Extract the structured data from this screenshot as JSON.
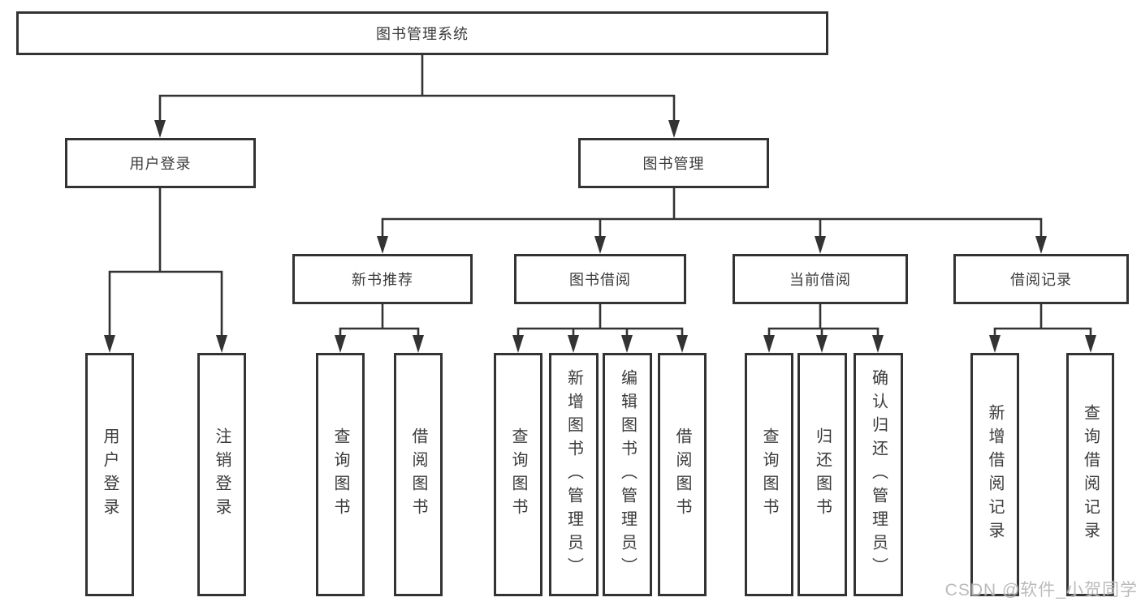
{
  "diagram": {
    "root": {
      "label": "图书管理系统"
    },
    "branches": [
      {
        "label": "用户登录",
        "children": [
          {
            "label": "用户登录"
          },
          {
            "label": "注销登录"
          }
        ]
      },
      {
        "label": "图书管理",
        "children": [
          {
            "label": "新书推荐",
            "children": [
              {
                "label": "查询图书"
              },
              {
                "label": "借阅图书"
              }
            ]
          },
          {
            "label": "图书借阅",
            "children": [
              {
                "label": "查询图书"
              },
              {
                "label": "新增图书（管理员）"
              },
              {
                "label": "编辑图书（管理员）"
              },
              {
                "label": "借阅图书"
              }
            ]
          },
          {
            "label": "当前借阅",
            "children": [
              {
                "label": "查询图书"
              },
              {
                "label": "归还图书"
              },
              {
                "label": "确认归还（管理员）"
              }
            ]
          },
          {
            "label": "借阅记录",
            "children": [
              {
                "label": "新增借阅记录"
              },
              {
                "label": "查询借阅记录"
              }
            ]
          }
        ]
      }
    ]
  },
  "watermark": {
    "text": "CSDN @软件_小贺同学"
  },
  "colors": {
    "line": "#333333",
    "box_background": "#ffffff",
    "text": "#3a3a3a",
    "watermark": "#b2b2b2"
  }
}
